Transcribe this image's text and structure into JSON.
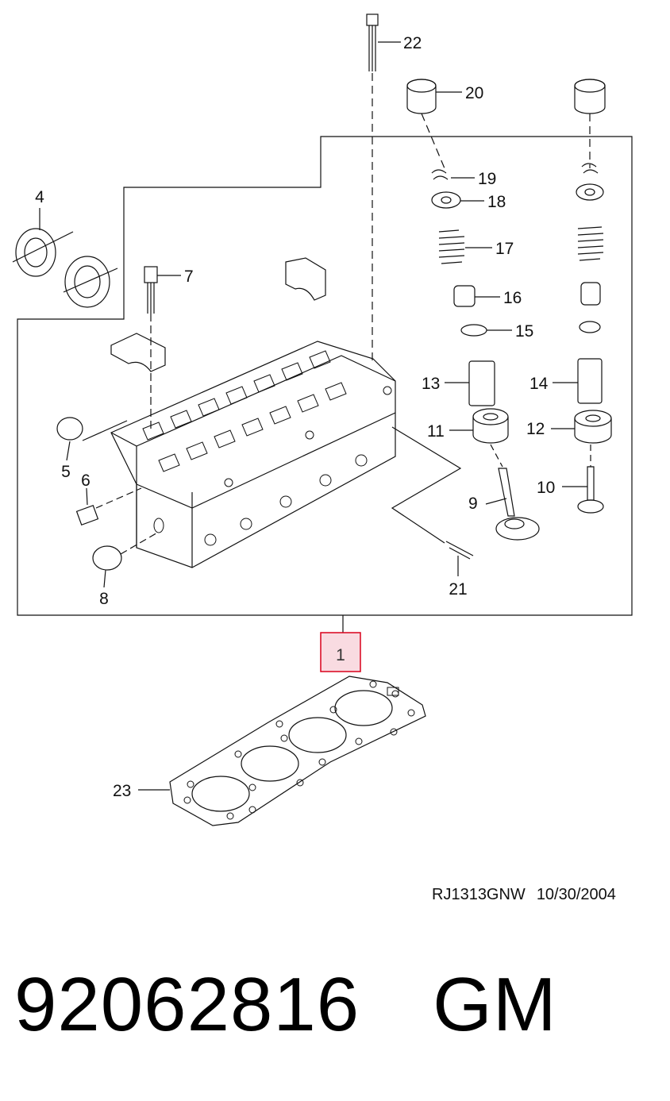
{
  "callouts": [
    "1",
    "4",
    "5",
    "6",
    "7",
    "8",
    "9",
    "10",
    "11",
    "12",
    "13",
    "14",
    "15",
    "16",
    "17",
    "18",
    "19",
    "20",
    "21",
    "22",
    "23"
  ],
  "colors": {
    "highlight_fill": "#f9dbe1",
    "highlight_stroke": "#d9001b",
    "line": "#111111"
  },
  "footer": {
    "ref_code": "RJ1313GNW",
    "date": "10/30/2004"
  },
  "part": {
    "number": "92062816",
    "brand": "GM"
  }
}
